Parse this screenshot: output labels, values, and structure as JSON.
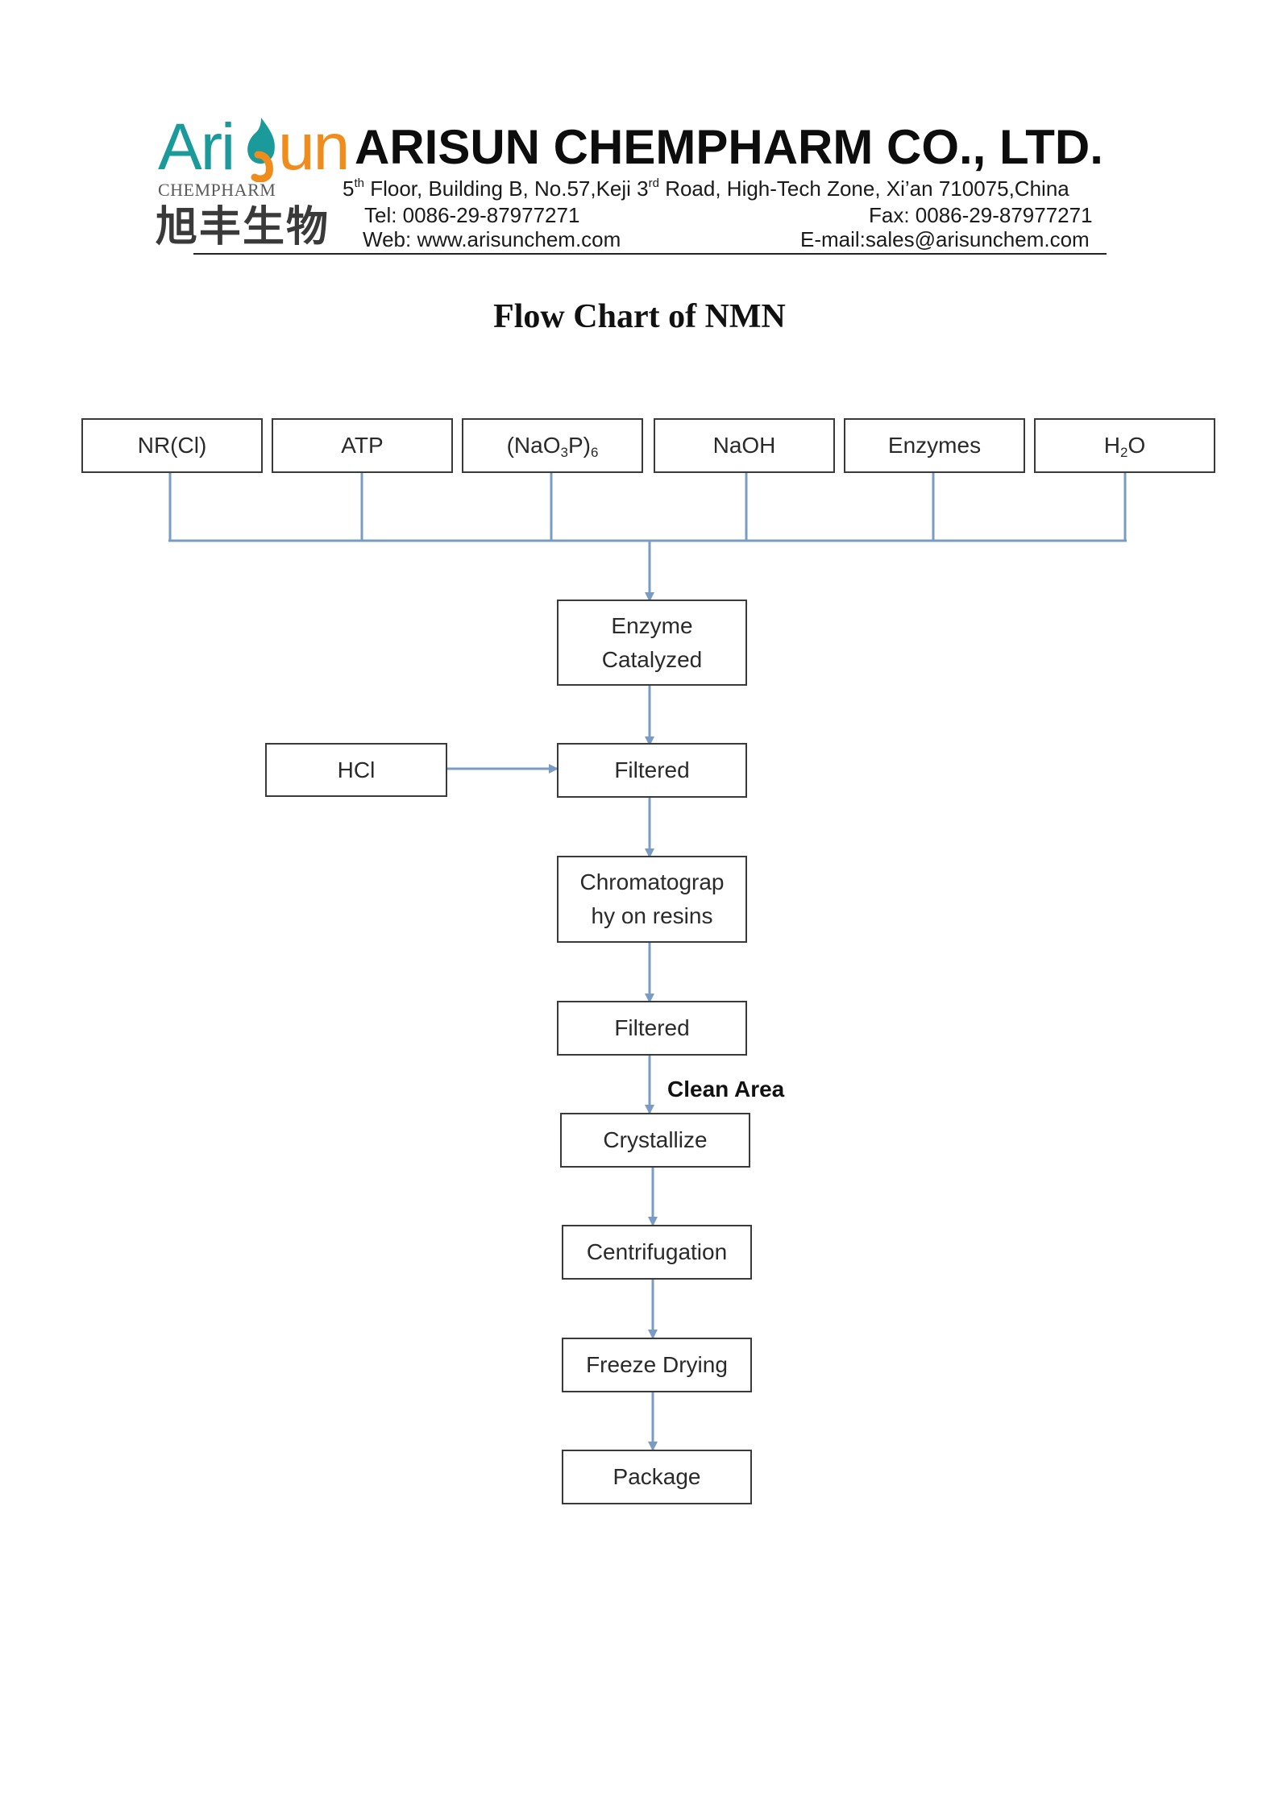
{
  "header": {
    "logo": {
      "text_primary": "Ari",
      "text_accent": "un",
      "subtitle": "CHEMPHARM",
      "chinese": "旭丰生物"
    },
    "company": "ARISUN CHEMPHARM CO., LTD.",
    "address": {
      "floor_num": "5",
      "floor_suffix": "th",
      "part1": " Floor, Building B, No.57,Keji 3",
      "road_suffix": "rd",
      "part2": " Road, High-Tech Zone, Xi’an 710075,China"
    },
    "tel": "Tel: 0086-29-87977271",
    "fax": "Fax: 0086-29-87977271",
    "web": "Web: www.arisunchem.com",
    "email": "E-mail:sales@arisunchem.com"
  },
  "title": "Flow Chart of NMN",
  "flowchart": {
    "inputs": {
      "nrcl": "NR(Cl)",
      "atp": "ATP",
      "nao3p_main": "(NaO",
      "nao3p_sub1": "3",
      "nao3p_mid": "P)",
      "nao3p_sub2": "6",
      "naoh": "NaOH",
      "enzymes": "Enzymes",
      "h2o_h": "H",
      "h2o_sub": "2",
      "h2o_o": "O"
    },
    "side_input": "HCl",
    "steps": {
      "enzyme_catalyzed_line1": "Enzyme",
      "enzyme_catalyzed_line2": "Catalyzed",
      "filtered_1": "Filtered",
      "chromatography_line1": "Chromatograp",
      "chromatography_line2": "hy on resins",
      "filtered_2": "Filtered",
      "crystallize": "Crystallize",
      "centrifugation": "Centrifugation",
      "freeze_drying": "Freeze Drying",
      "package": "Package"
    },
    "clean_area_label": "Clean Area",
    "connector_color": "#7a9cc4"
  }
}
